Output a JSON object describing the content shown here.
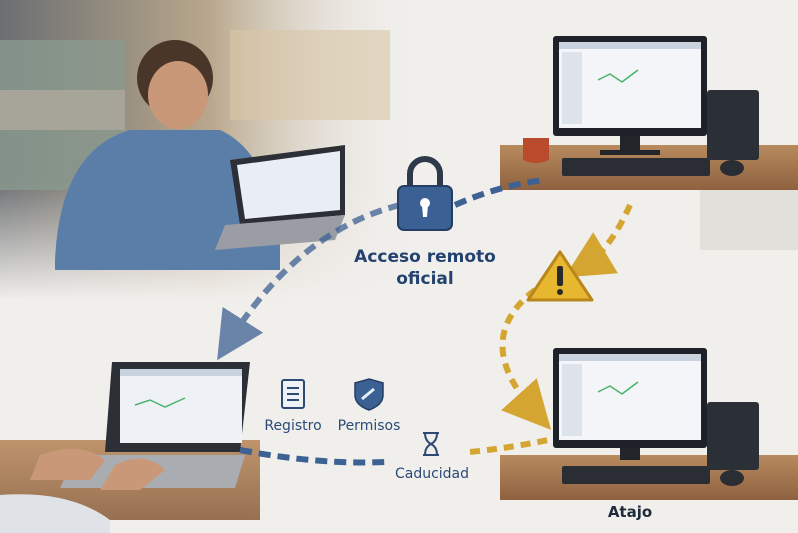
{
  "labels": {
    "official_access": [
      "Acceso remoto",
      "oficial"
    ],
    "record": "Registro",
    "permissions": "Permisos",
    "expiry": "Caducidad",
    "shortcut": "Atajo"
  },
  "icons": {
    "lock": "lock-icon",
    "warning": "warning-icon",
    "record": "clipboard-checklist-icon",
    "permissions": "shield-icon",
    "expiry": "hourglass-icon"
  },
  "colors": {
    "official_path": "#3d6193",
    "shortcut_path": "#d4a531",
    "label": "#23426f",
    "warning": "#e8b730"
  }
}
